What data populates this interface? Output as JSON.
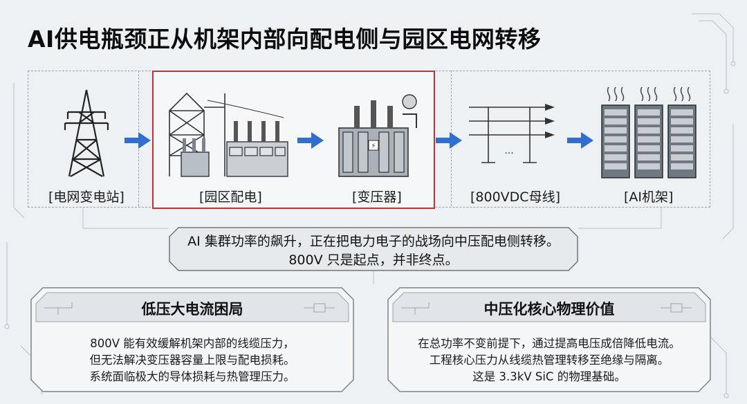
{
  "title": "AI供电瓶颈正从机架内部向配电侧与园区电网转移",
  "stages": [
    {
      "label": "[电网变电站]",
      "icon": "transmission-tower-icon"
    },
    {
      "label": "[园区配电]",
      "icon": "substation-icon"
    },
    {
      "label": "[变压器]",
      "icon": "transformer-icon"
    },
    {
      "label": "[800VDC母线]",
      "icon": "dc-busbar-icon"
    },
    {
      "label": "[AI机架]",
      "icon": "server-rack-icon"
    }
  ],
  "highlight_color": "#c9302c",
  "arrow_color": "#2f6fd1",
  "callout": {
    "line1": "AI 集群功率的飙升，正在把电力电子的战场向中压配电侧转移。",
    "line2": "800V 只是起点，并非终点。"
  },
  "cards": [
    {
      "title": "低压大电流困局",
      "lines": [
        "800V 能有效缓解机架内部的线缆压力，",
        "但无法解决变压器容量上限与配电损耗。",
        "系统面临极大的导体损耗与热管理压力。"
      ]
    },
    {
      "title": "中压化核心物理价值",
      "lines": [
        "在总功率不变前提下，通过提高电压成倍降低电流。",
        "工程核心压力从线缆热管理转移至绝缘与隔离。",
        "这是 3.3kV SiC 的物理基础。"
      ]
    }
  ]
}
